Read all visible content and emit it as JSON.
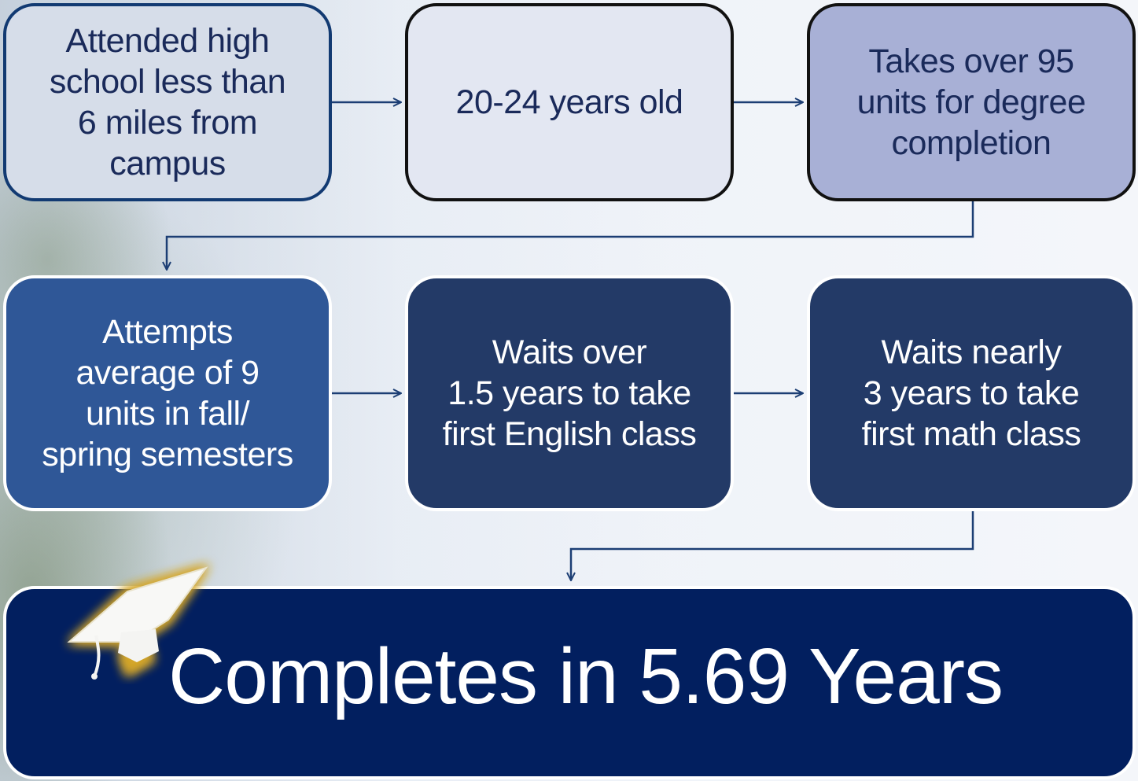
{
  "steps": [
    {
      "text": "Attended high\nschool less than\n6 miles from\ncampus"
    },
    {
      "text": "20-24 years old"
    },
    {
      "text": "Takes over 95\nunits for degree\ncompletion"
    },
    {
      "text": "Attempts\naverage of 9\nunits in fall/\nspring semesters"
    },
    {
      "text": "Waits over\n1.5 years to take\nfirst English class"
    },
    {
      "text": "Waits nearly\n3 years to take\nfirst math class"
    }
  ],
  "result": {
    "text": "Completes in 5.69 Years"
  },
  "icons": {
    "result_icon": "graduation-cap-icon"
  },
  "colors": {
    "arrow": "#1c3e74",
    "cap_glow": "#c8a23a",
    "result_bg": "#021f5f",
    "dark_box": "#233a67",
    "medium_box": "#2f5797",
    "light_box": "#d6dde9",
    "lavender_box": "#a8b0d6"
  }
}
